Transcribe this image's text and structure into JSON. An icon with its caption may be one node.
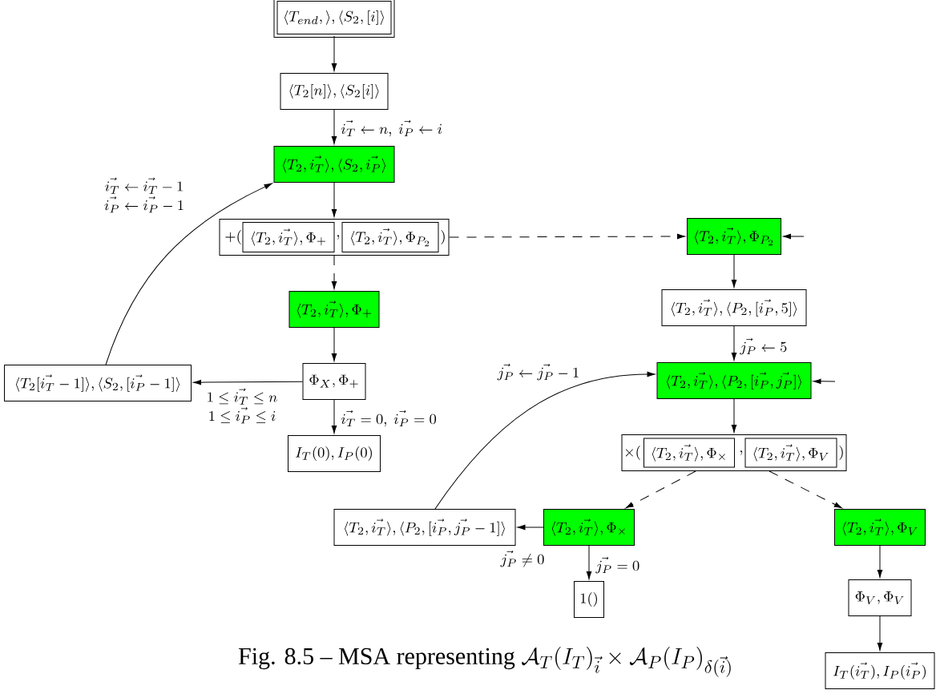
{
  "diagram": {
    "caption": "\\text{Fig. 8.5 – MSA representing }\\mathcal{A}_T(I_T)_{\\vec{i}}\\times\\mathcal{A}_P(I_P)_{\\delta(\\vec{i})}",
    "nodes": [
      {
        "text": [
          "\\langle T_{end},\\rangle,\\langle S_2,[i]\\rangle"
        ]
      },
      {
        "text": [
          "\\langle T_2[n]\\rangle,\\langle S_2[i]\\rangle"
        ]
      },
      {
        "text": [
          "\\langle T_2,\\vec{i_T}\\rangle,\\langle S_2,\\vec{i_P}\\rangle"
        ]
      },
      {
        "text": [
          "+(",
          ",",
          ")"
        ]
      },
      {
        "text": [
          "\\langle T_2,\\vec{i_T}\\rangle,\\Phi_+"
        ],
        "in": 3
      },
      {
        "text": [
          "\\langle T_2,\\vec{i_T}\\rangle,\\Phi_{P_2}"
        ],
        "in": 3
      },
      {
        "text": [
          "\\langle T_2,\\vec{i_T}\\rangle,\\Phi_+"
        ]
      },
      {
        "text": [
          "\\Phi_X,\\Phi_+"
        ]
      },
      {
        "text": [
          "\\langle T_2[\\vec{i_T}-1]\\rangle,\\langle S_2,[\\vec{i_P}-1]\\rangle"
        ]
      },
      {
        "text": [
          "I_T(0),I_P(0)"
        ]
      },
      {
        "text": [
          "\\langle T_2,\\vec{i_T}\\rangle,\\Phi_{P_2}"
        ]
      },
      {
        "text": [
          "\\langle T_2,\\vec{i_T}\\rangle,\\langle P_2,[\\vec{i_P},5]\\rangle"
        ]
      },
      {
        "text": [
          "\\langle T_2,\\vec{i_T}\\rangle,\\langle P_2,[\\vec{i_P},\\vec{j_P}]\\rangle"
        ]
      },
      {
        "text": [
          "\\times(",
          ",",
          ")"
        ]
      },
      {
        "text": [
          "\\langle T_2,\\vec{i_T}\\rangle,\\Phi_\\times"
        ],
        "in": 13
      },
      {
        "text": [
          "\\langle T_2,\\vec{i_T}\\rangle,\\Phi_V"
        ],
        "in": 13
      },
      {
        "text": [
          "\\langle T_2,\\vec{i_T}\\rangle,\\langle P_2,[\\vec{i_P},\\vec{j_P}-1]\\rangle"
        ]
      },
      {
        "text": [
          "\\langle T_2,\\vec{i_T}\\rangle,\\Phi_\\times"
        ]
      },
      {
        "text": [
          "\\langle T_2,\\vec{i_T}\\rangle,\\Phi_V"
        ]
      },
      {
        "text": [
          "1()"
        ]
      },
      {
        "text": [
          "\\Phi_V,\\Phi_V"
        ]
      },
      {
        "text": [
          "I_T(\\vec{i_T}),I_P(\\vec{i_P})"
        ]
      }
    ],
    "edges": [
      {
        "from": 0,
        "to": 1,
        "arrow": "to"
      },
      {
        "from": 1,
        "to": 2,
        "arrow": "to",
        "label": "\\vec{i_T}\\leftarrow n,\\ \\vec{i_P}\\leftarrow i"
      },
      {
        "from": 2,
        "to": 3,
        "arrow": "to"
      },
      {
        "from": 3,
        "to": 6,
        "arrow": "to",
        "style": "dashed"
      },
      {
        "from": 6,
        "to": 7,
        "arrow": "to"
      },
      {
        "from": 7,
        "to": 8,
        "arrow": "to",
        "label": "\\begin{array}{c}1\\le\\vec{i_T}\\le n\\\\1\\le\\vec{i_P}\\le i\\end{array}"
      },
      {
        "from": 7,
        "to": 9,
        "arrow": "to",
        "label": "\\vec{i_T}=0,\\ \\vec{i_P}=0"
      },
      {
        "from": 8,
        "to": 2,
        "arrow": "to",
        "label": "\\begin{array}{c}\\vec{i_T}\\leftarrow\\vec{i_T}-1\\\\\\vec{i_P}\\leftarrow\\vec{i_P}-1\\end{array}"
      },
      {
        "from": 3,
        "to": 10,
        "arrow": "to",
        "style": "dashed"
      },
      {
        "from": null,
        "to": 10,
        "arrow": "to"
      },
      {
        "from": 10,
        "to": 11,
        "arrow": "to"
      },
      {
        "from": 11,
        "to": 12,
        "arrow": "to",
        "label": "\\vec{j_P}\\leftarrow 5"
      },
      {
        "from": null,
        "to": 12,
        "arrow": "to"
      },
      {
        "from": 12,
        "to": 13,
        "arrow": "to"
      },
      {
        "from": 13,
        "to": 17,
        "arrow": "to",
        "style": "dashed"
      },
      {
        "from": 13,
        "to": 18,
        "arrow": "to",
        "style": "dashed"
      },
      {
        "from": 17,
        "to": 16,
        "arrow": "to",
        "label": "\\vec{j_P}\\neq 0"
      },
      {
        "from": 17,
        "to": 19,
        "arrow": "to",
        "label": "\\vec{j_P}=0"
      },
      {
        "from": 16,
        "to": 12,
        "arrow": "to",
        "label": "\\vec{j_P}\\leftarrow\\vec{j_P}-1"
      },
      {
        "from": 18,
        "to": 20,
        "arrow": "to"
      },
      {
        "from": 20,
        "to": 21,
        "arrow": "to"
      }
    ]
  }
}
